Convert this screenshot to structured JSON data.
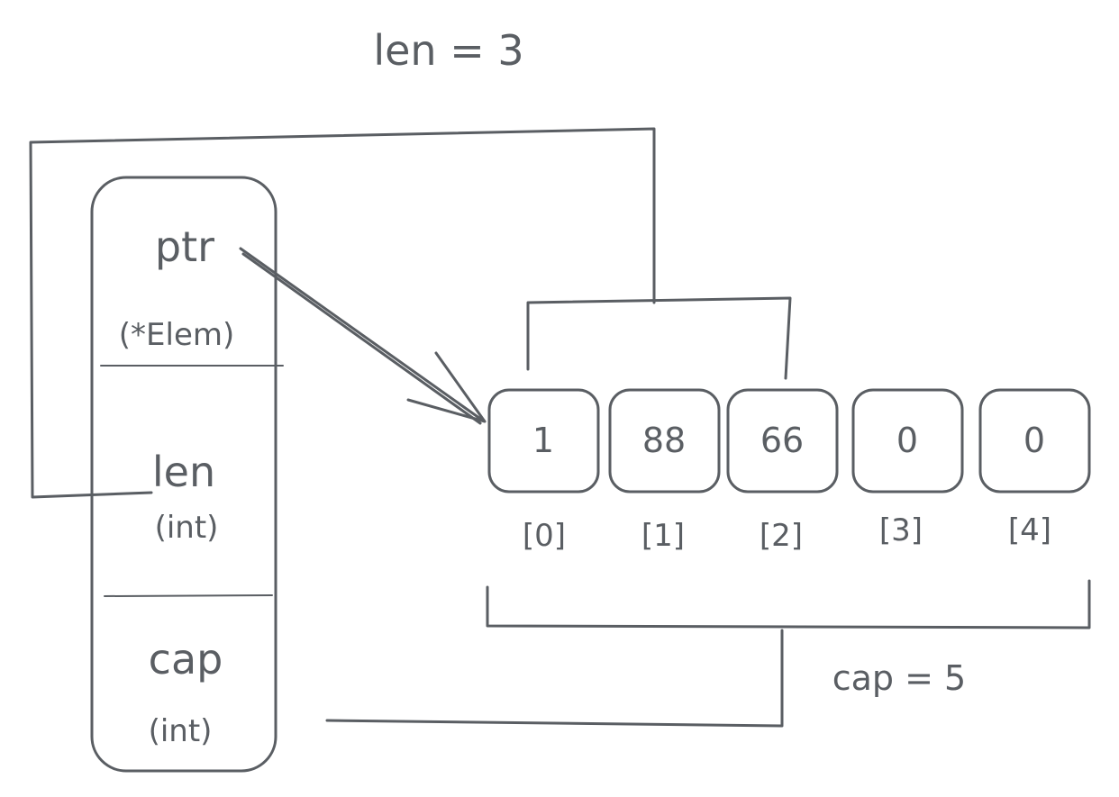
{
  "top_label": "len = 3",
  "struct": {
    "fields": [
      {
        "name": "ptr",
        "type": "(*Elem)"
      },
      {
        "name": "len",
        "type": "(int)"
      },
      {
        "name": "cap",
        "type": "(int)"
      }
    ]
  },
  "array": {
    "cells": [
      {
        "value": "1",
        "index": "[0]"
      },
      {
        "value": "88",
        "index": "[1]"
      },
      {
        "value": "66",
        "index": "[2]"
      },
      {
        "value": "0",
        "index": "[3]"
      },
      {
        "value": "0",
        "index": "[4]"
      }
    ]
  },
  "cap_label": "cap = 5",
  "colors": {
    "ink": "#5a5e63",
    "background": "#ffffff"
  }
}
